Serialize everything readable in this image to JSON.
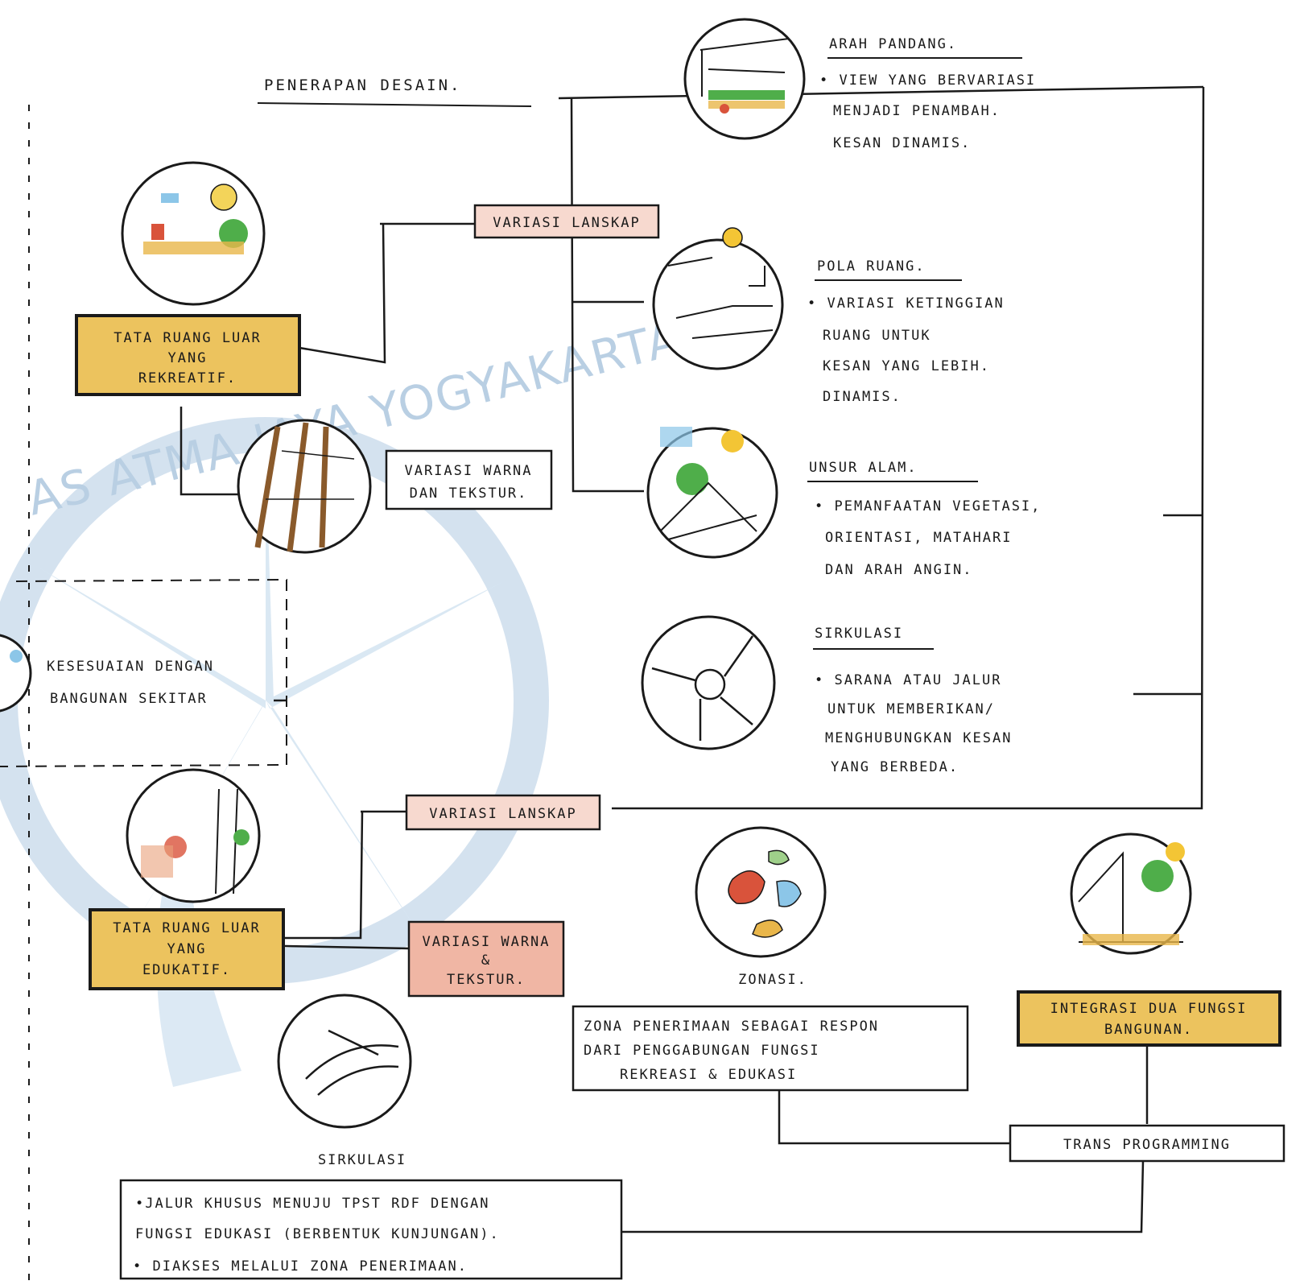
{
  "diagram": {
    "title": "PENERAPAN DESAIN.",
    "watermark": [
      "AS ATMA JAYA YOGYAKARTA"
    ],
    "recreational": {
      "main_box": [
        "TATA RUANG LUAR",
        "YANG",
        "REKREATIF."
      ],
      "color_box": [
        "VARIASI WARNA",
        "DAN TEKSTUR."
      ],
      "lanskap_box": "VARIASI LANSKAP",
      "kesesuaian": [
        "KESESUAIAN DENGAN",
        "BANGUNAN SEKITAR"
      ]
    },
    "points": [
      {
        "heading": "ARAH PANDANG.",
        "lines": [
          "• VIEW YANG BERVARIASI",
          "MENJADI PENAMBAH.",
          "KESAN DINAMIS."
        ]
      },
      {
        "heading": "POLA RUANG.",
        "lines": [
          "• VARIASI KETINGGIAN",
          "RUANG UNTUK",
          "KESAN YANG LEBIH.",
          "DINAMIS."
        ]
      },
      {
        "heading": "UNSUR ALAM.",
        "lines": [
          "• PEMANFAATAN VEGETASI,",
          "ORIENTASI, MATAHARI",
          "DAN ARAH ANGIN."
        ]
      },
      {
        "heading": "SIRKULASI",
        "lines": [
          "• SARANA ATAU JALUR",
          "UNTUK MEMBERIKAN/",
          "MENGHUBUNGKAN KESAN",
          "YANG BERBEDA."
        ]
      }
    ],
    "educational": {
      "lanskap_box": "VARIASI LANSKAP",
      "main_box": [
        "TATA RUANG LUAR",
        "YANG",
        "EDUKATIF."
      ],
      "color_box": [
        "VARIASI WARNA",
        "&",
        "TEKSTUR."
      ]
    },
    "zonasi": {
      "heading": "ZONASI.",
      "lines": [
        "ZONA PENERIMAAN SEBAGAI RESPON",
        "DARI PENGGABUNGAN FUNGSI",
        "REKREASI & EDUKASI"
      ]
    },
    "integrasi_box": [
      "INTEGRASI DUA FUNGSI",
      "BANGUNAN."
    ],
    "transprogramming": "TRANS PROGRAMMING",
    "sirkulasi_bottom": {
      "heading": "SIRKULASI",
      "lines": [
        "•JALUR KHUSUS MENUJU TPST RDF DENGAN",
        "FUNGSI EDUKASI (BERBENTUK KUNJUNGAN).",
        "• DIAKSES MELALUI ZONA PENERIMAAN."
      ]
    },
    "colors": {
      "ink": "#1a1a1a",
      "marker_yellow": "#e9b64a",
      "marker_red": "#d9533b",
      "sky_blue": "#8cc6e8",
      "leaf_green": "#4fae4a",
      "watermark": "#b9cfe3"
    },
    "icons": [
      "view-sketch-icon",
      "recreation-sketch-icon",
      "space-pattern-sketch-icon",
      "texture-sketch-icon",
      "nature-sketch-icon",
      "roundabout-sketch-icon",
      "neighbor-sketch-icon",
      "education-sketch-icon",
      "zoning-sketch-icon",
      "integration-sketch-icon",
      "path-sketch-icon"
    ]
  }
}
